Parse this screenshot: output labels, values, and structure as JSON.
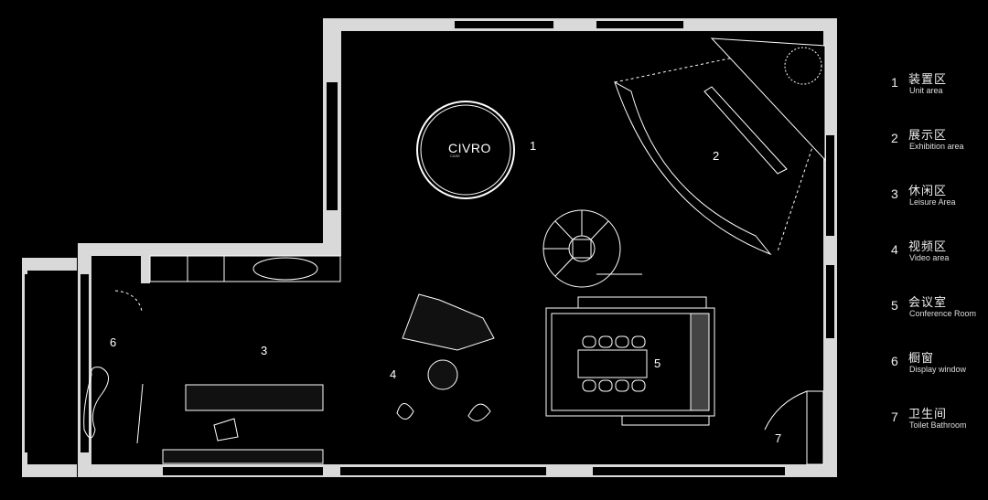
{
  "plan": {
    "brand": "CIVRO",
    "brand_sub": "CASE",
    "zone_numbers": [
      "1",
      "2",
      "3",
      "4",
      "5",
      "6",
      "7"
    ]
  },
  "legend": [
    {
      "num": "1",
      "cn": "装置区",
      "en": "Unit area"
    },
    {
      "num": "2",
      "cn": "展示区",
      "en": "Exhibition area"
    },
    {
      "num": "3",
      "cn": "休闲区",
      "en": "Leisure Area"
    },
    {
      "num": "4",
      "cn": "视频区",
      "en": "Video area"
    },
    {
      "num": "5",
      "cn": "会议室",
      "en": "Conference Room"
    },
    {
      "num": "6",
      "cn": "橱窗",
      "en": "Display window"
    },
    {
      "num": "7",
      "cn": "卫生间",
      "en": "Toilet Bathroom"
    }
  ],
  "colors": {
    "background": "#000000",
    "wall": "#d9d9d9",
    "line": "#ffffff"
  }
}
